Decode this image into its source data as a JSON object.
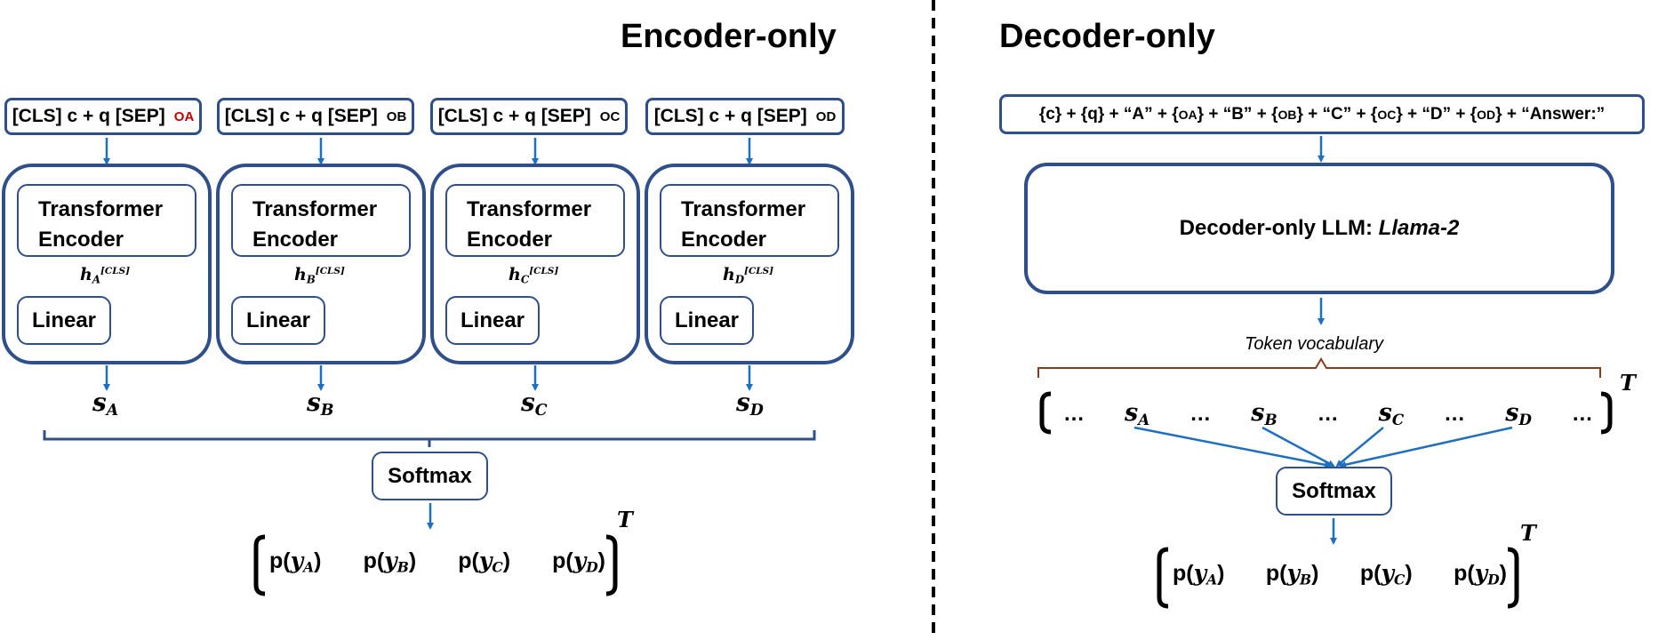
{
  "encoder": {
    "title": "Encoder-only",
    "columns": [
      {
        "input": "[CLS] c + q [SEP]",
        "option": "OA",
        "enc_line1": "Transformer",
        "enc_line2": "Encoder",
        "hidden": "h",
        "hidden_sub": "A",
        "hidden_sup": "[CLS]",
        "linear": "Linear",
        "score": "s",
        "score_sub": "A"
      },
      {
        "input": "[CLS] c + q [SEP]",
        "option": "OB",
        "enc_line1": "Transformer",
        "enc_line2": "Encoder",
        "hidden": "h",
        "hidden_sub": "B",
        "hidden_sup": "[CLS]",
        "linear": "Linear",
        "score": "s",
        "score_sub": "B"
      },
      {
        "input": "[CLS] c + q [SEP]",
        "option": "OC",
        "enc_line1": "Transformer",
        "enc_line2": "Encoder",
        "hidden": "h",
        "hidden_sub": "C",
        "hidden_sup": "[CLS]",
        "linear": "Linear",
        "score": "s",
        "score_sub": "C"
      },
      {
        "input": "[CLS] c + q [SEP]",
        "option": "OD",
        "enc_line1": "Transformer",
        "enc_line2": "Encoder",
        "hidden": "h",
        "hidden_sub": "D",
        "hidden_sup": "[CLS]",
        "linear": "Linear",
        "score": "s",
        "score_sub": "D"
      }
    ],
    "softmax": "Softmax",
    "probs": [
      {
        "p": "p(",
        "y": "y",
        "sub": "A",
        "close": ")"
      },
      {
        "p": "p(",
        "y": "y",
        "sub": "B",
        "close": ")"
      },
      {
        "p": "p(",
        "y": "y",
        "sub": "C",
        "close": ")"
      },
      {
        "p": "p(",
        "y": "y",
        "sub": "D",
        "close": ")"
      }
    ],
    "transpose": "T"
  },
  "decoder": {
    "title": "Decoder-only",
    "prompt": {
      "parts": [
        "{c} + {q} + “A” + {",
        "} + “B” + {",
        "} + “C” + {",
        "} + “D” + {",
        "} + “Answer:”"
      ],
      "options": [
        "OA",
        "OB",
        "OC",
        "OD"
      ]
    },
    "llm_prefix": "Decoder-only LLM: ",
    "llm_name": "Llama-2",
    "vocab_label": "Token vocabulary",
    "ellipsis": "…",
    "scores": [
      {
        "s": "s",
        "sub": "A"
      },
      {
        "s": "s",
        "sub": "B"
      },
      {
        "s": "s",
        "sub": "C"
      },
      {
        "s": "s",
        "sub": "D"
      }
    ],
    "softmax": "Softmax",
    "probs": [
      {
        "p": "p(",
        "y": "y",
        "sub": "A",
        "close": ")"
      },
      {
        "p": "p(",
        "y": "y",
        "sub": "B",
        "close": ")"
      },
      {
        "p": "p(",
        "y": "y",
        "sub": "C",
        "close": ")"
      },
      {
        "p": "p(",
        "y": "y",
        "sub": "D",
        "close": ")"
      }
    ],
    "transpose": "T"
  },
  "colors": {
    "box_border": "#2f4f8a",
    "arrow": "#1f6fc0",
    "option_red": "#c00000",
    "brace_brown": "#8b3a1a"
  }
}
